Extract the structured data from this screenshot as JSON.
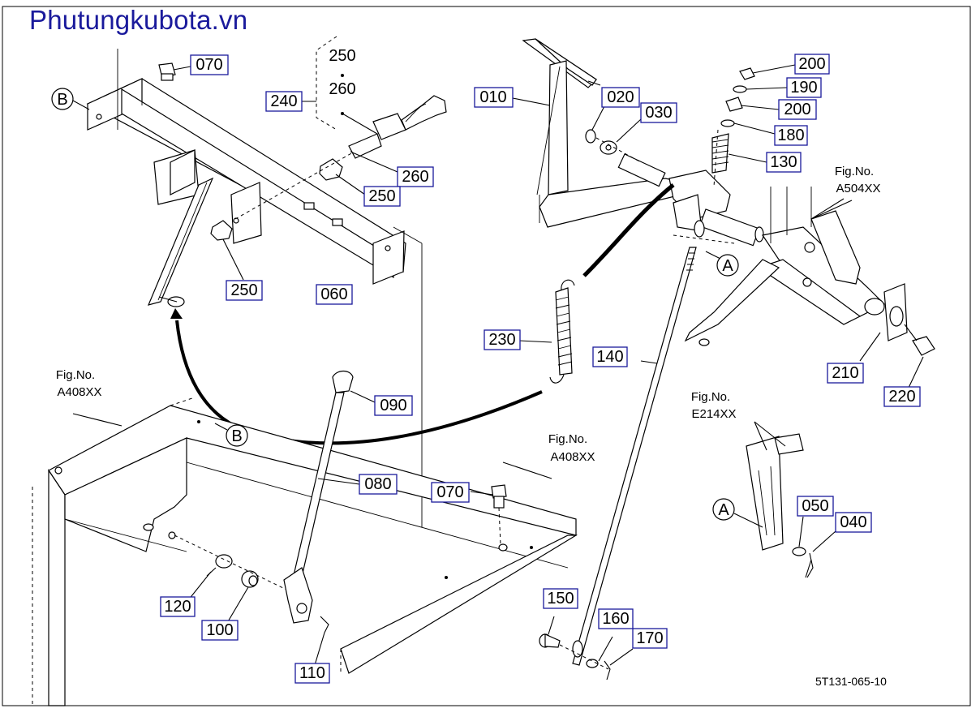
{
  "brand": "Phutungkubota.vn",
  "drawing_code": "5T131-065-10",
  "fig_refs": [
    {
      "line1": "Fig.No.",
      "line2": "A504XX"
    },
    {
      "line1": "Fig.No.",
      "line2": "A408XX"
    },
    {
      "line1": "Fig.No.",
      "line2": "A408XX"
    },
    {
      "line1": "Fig.No.",
      "line2": "E214XX"
    }
  ],
  "group_bracket": {
    "top": "250",
    "mid": "260",
    "label": "240"
  },
  "view_markers": {
    "a": "A",
    "b": "B"
  },
  "parts": [
    "010",
    "020",
    "030",
    "040",
    "050",
    "060",
    "070",
    "070",
    "080",
    "090",
    "100",
    "110",
    "120",
    "130",
    "140",
    "150",
    "160",
    "170",
    "180",
    "190",
    "200",
    "200",
    "210",
    "220",
    "230",
    "250",
    "250",
    "260"
  ]
}
